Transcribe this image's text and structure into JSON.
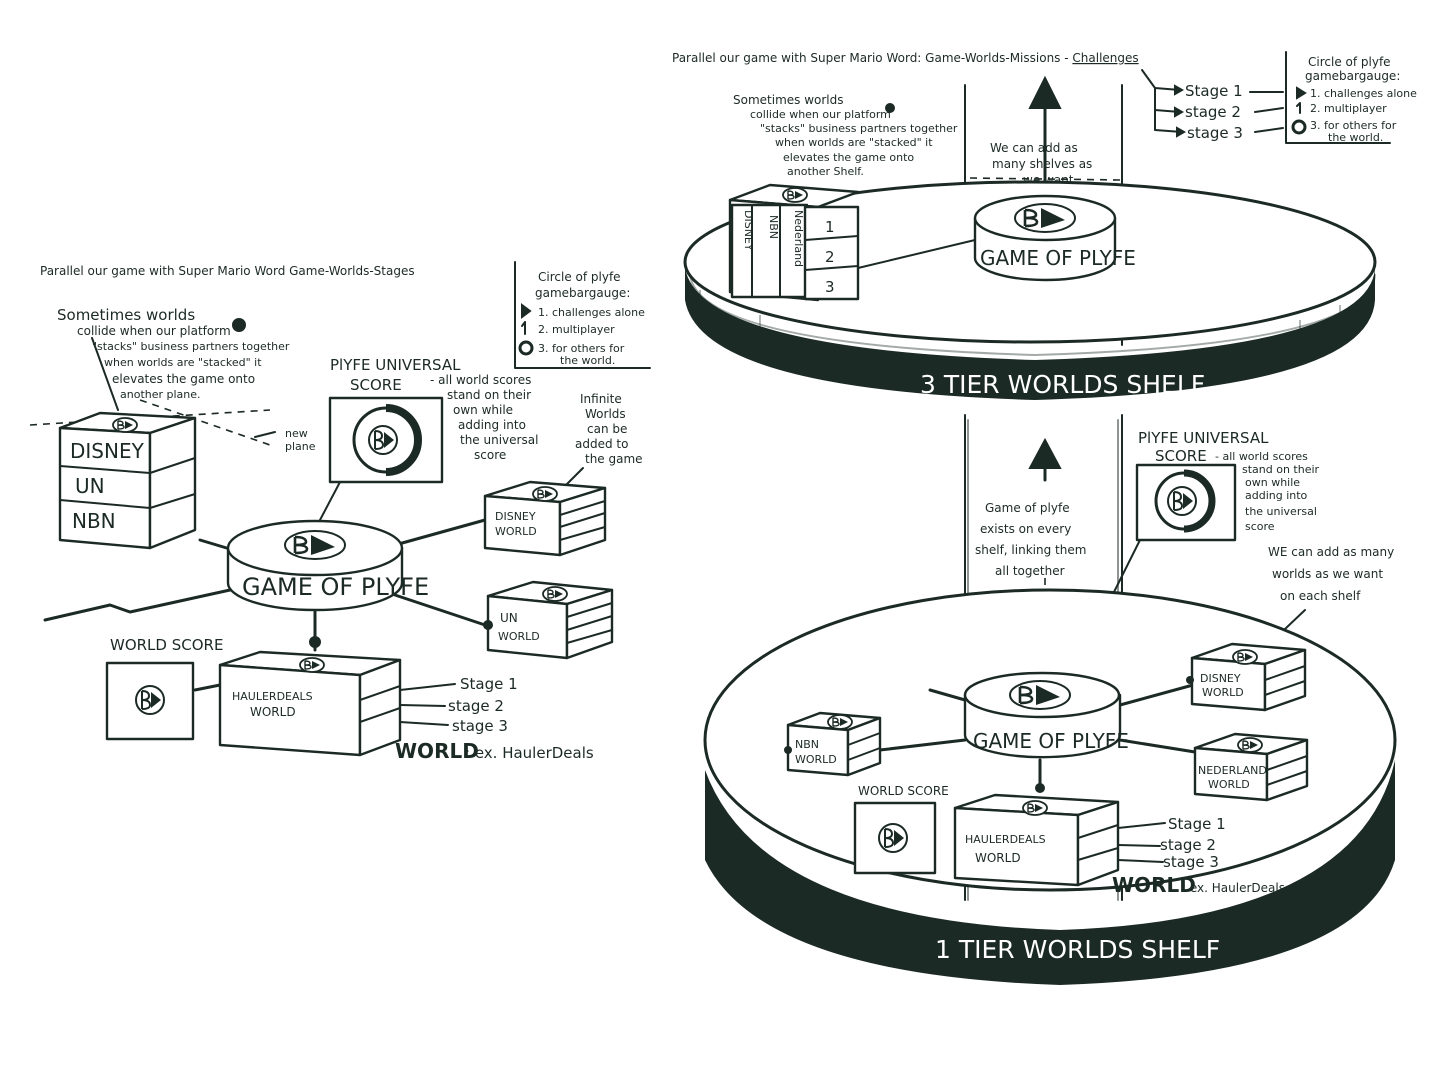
{
  "left": {
    "title": "Parallel our game with Super Mario Word Game-Worlds-Stages",
    "legend": {
      "title_1": "Circle of plyfe",
      "title_2": "gamebargauge:",
      "item_1": "1. challenges alone",
      "item_2": "2. multiplayer",
      "item_3a": "3. for others for",
      "item_3b": "the world."
    },
    "collide_note": [
      "Sometimes worlds",
      "collide when our platform",
      "\"stacks\" business partners together",
      "when worlds are \"stacked\" it",
      "elevates the game onto",
      "another plane."
    ],
    "new_plane": [
      "new",
      "plane"
    ],
    "stack_labels": [
      "DISNEY",
      "UN",
      "NBN"
    ],
    "universal_title": "PlYFE UNIVERSAL",
    "universal_score_word": "SCORE",
    "universal_note": [
      "- all world scores",
      "stand on their",
      "own while",
      "adding into",
      "the universal",
      "score"
    ],
    "infinite_note": [
      "Infinite",
      "Worlds",
      "can be",
      "added to",
      "the game"
    ],
    "hub_label": "GAME OF PLYFE",
    "disney_world": [
      "DISNEY",
      "WORLD"
    ],
    "un_world": [
      "UN",
      "WORLD"
    ],
    "world_score": "WORLD SCORE",
    "hauler_world": [
      "HAULERDEALS",
      "WORLD"
    ],
    "stages": [
      "Stage 1",
      "stage 2",
      "stage 3"
    ],
    "world_caption_big": "WORLD",
    "world_caption_small": ": ex. HaulerDeals"
  },
  "right": {
    "title_main": "Parallel our game with Super Mario Word: Game-Worlds-Missions - ",
    "title_under": "Challenges",
    "stage_list": [
      "Stage 1",
      "stage 2",
      "stage 3"
    ],
    "legend": {
      "title_1": "Circle of plyfe",
      "title_2": "gamebargauge:",
      "item_1": "1. challenges alone",
      "item_2": "2. multiplayer",
      "item_3a": "3. for others for",
      "item_3b": "the world."
    },
    "collide_note": [
      "Sometimes worlds",
      "collide when our platform",
      "\"stacks\" business partners together",
      "when worlds are \"stacked\" it",
      "elevates the game onto",
      "another Shelf."
    ],
    "shelves_note": [
      "We can add as",
      "many shelves as",
      "we want"
    ],
    "top_hub_label": "GAME OF PLYFE",
    "vertical_words": [
      "DISNEY",
      "NBN",
      "Nederland"
    ],
    "stage_numbers": [
      "1",
      "2",
      "3"
    ],
    "tier3": "3 TIER WORLDS SHELF",
    "tier1": "1 TIER WORLDS SHELF",
    "universal_title": "PlYFE UNIVERSAL",
    "universal_score_word": "SCORE",
    "universal_note": [
      "- all world scores",
      "stand on their",
      "own while",
      "adding into",
      "the universal",
      "score"
    ],
    "exists_note": [
      "Game of plyfe",
      "exists on every",
      "shelf, linking them",
      "all together"
    ],
    "add_worlds_note": [
      "WE can add as many",
      "worlds as we want",
      "on each shelf"
    ],
    "bottom_hub_label": "GAME OF PLYFE",
    "disney_world": [
      "DISNEY",
      "WORLD"
    ],
    "nbn_world": [
      "NBN",
      "WORLD"
    ],
    "nederland_world": [
      "NEDERLAND",
      "WORLD"
    ],
    "world_score": "WORLD SCORE",
    "hauler_world": [
      "HAULERDEALS",
      "WORLD"
    ],
    "stages": [
      "Stage 1",
      "stage 2",
      "stage 3"
    ],
    "world_caption_big": "WORLD",
    "world_caption_small": ": ex. HaulerDeals"
  }
}
